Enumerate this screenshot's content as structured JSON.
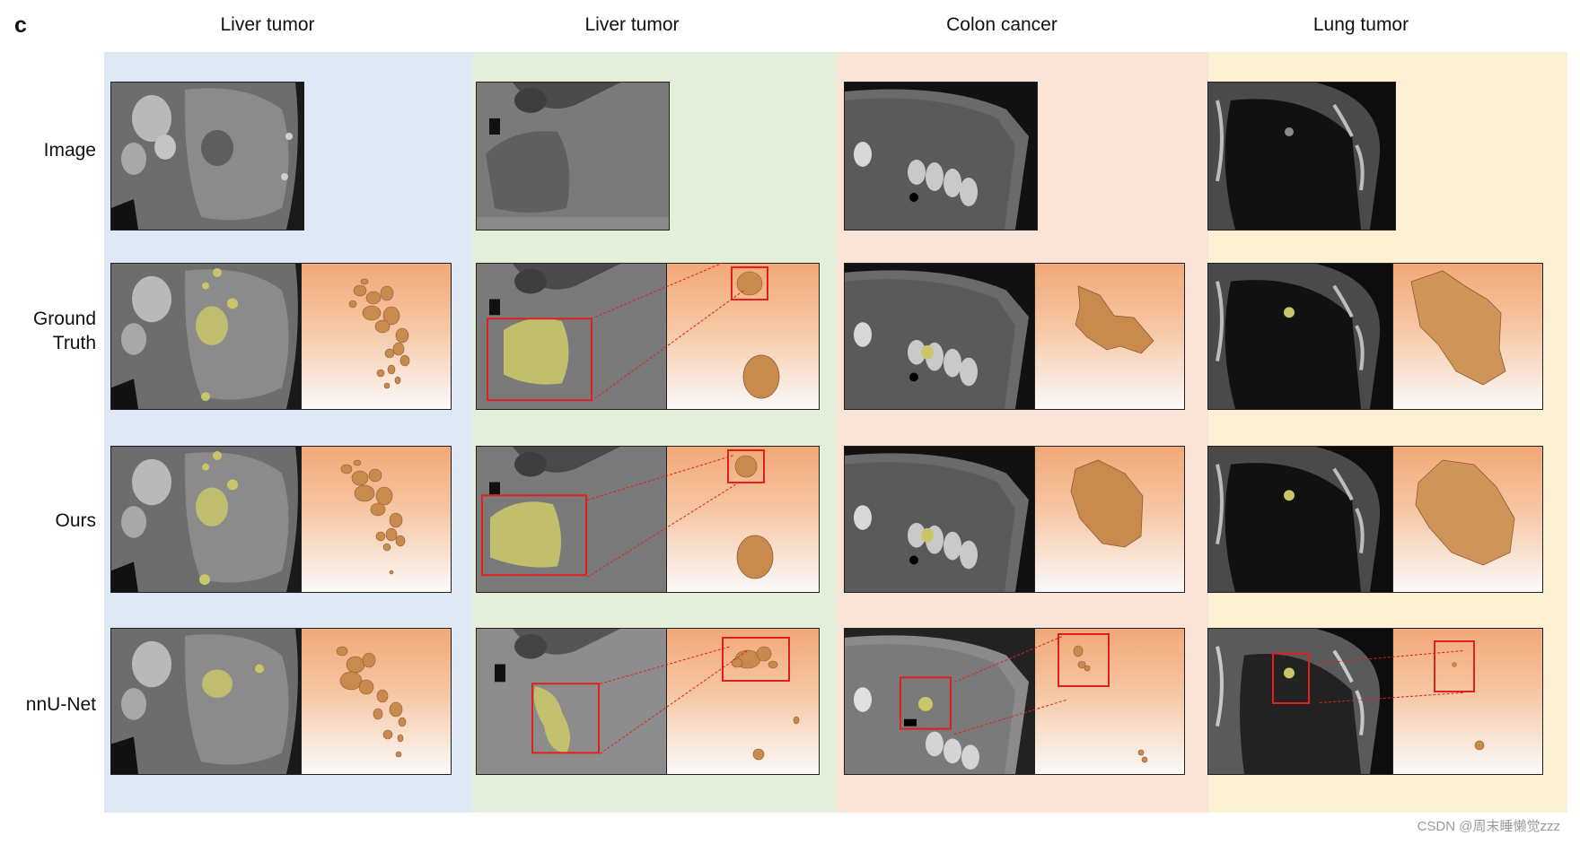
{
  "panel_label": "c",
  "columns": [
    "Liver tumor",
    "Liver tumor",
    "Colon cancer",
    "Lung tumor"
  ],
  "rows": [
    "Image",
    "Ground\nTruth",
    "Ours",
    "nnU-Net"
  ],
  "column_colors": [
    "#dfe9f5",
    "#e3efdb",
    "#fae3d7",
    "#fdf1d4"
  ],
  "mask_color": "#d6d25a",
  "render_color": "#c98a4e",
  "highlight_color": "#e0201a",
  "watermark": "CSDN @周末睡懒觉zzz"
}
